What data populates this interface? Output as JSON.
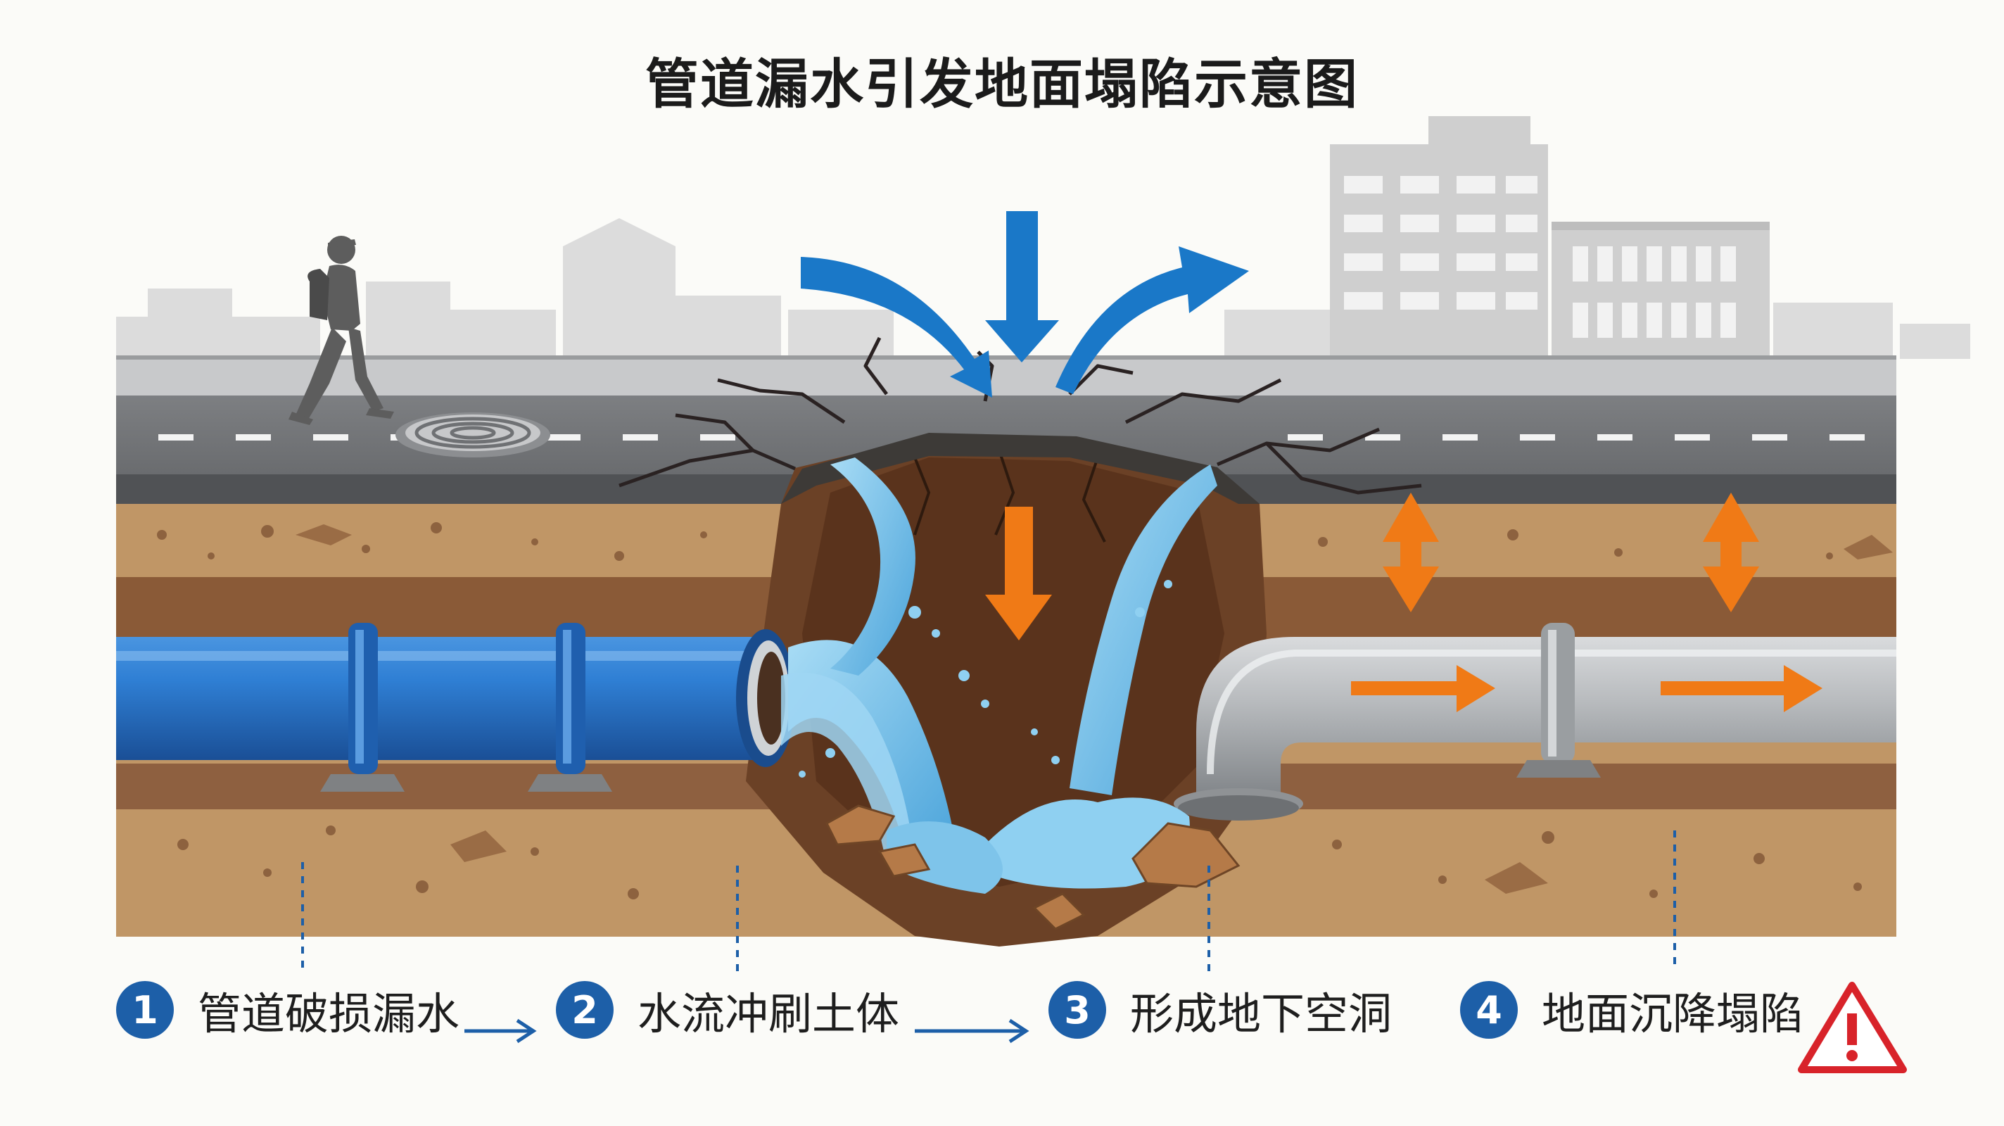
{
  "title": "管道漏水引发地面塌陷示意图",
  "steps": [
    {
      "num": "1",
      "label": "管道破损漏水"
    },
    {
      "num": "2",
      "label": "水流冲刷土体"
    },
    {
      "num": "3",
      "label": "形成地下空洞"
    },
    {
      "num": "4",
      "label": "地面沉降塌陷"
    }
  ],
  "colors": {
    "pipe_blue": "#2a71c2",
    "pipe_grey": "#a9acaf",
    "water": "#7fc6ec",
    "arrow_blue": "#1a78c8",
    "arrow_orange": "#f07a16",
    "soil": "#b98a55",
    "warning_red": "#d8232a"
  },
  "icons": [
    "pedestrian-icon",
    "manhole-cover-icon",
    "warning-triangle-icon",
    "arrow-right-icon"
  ]
}
